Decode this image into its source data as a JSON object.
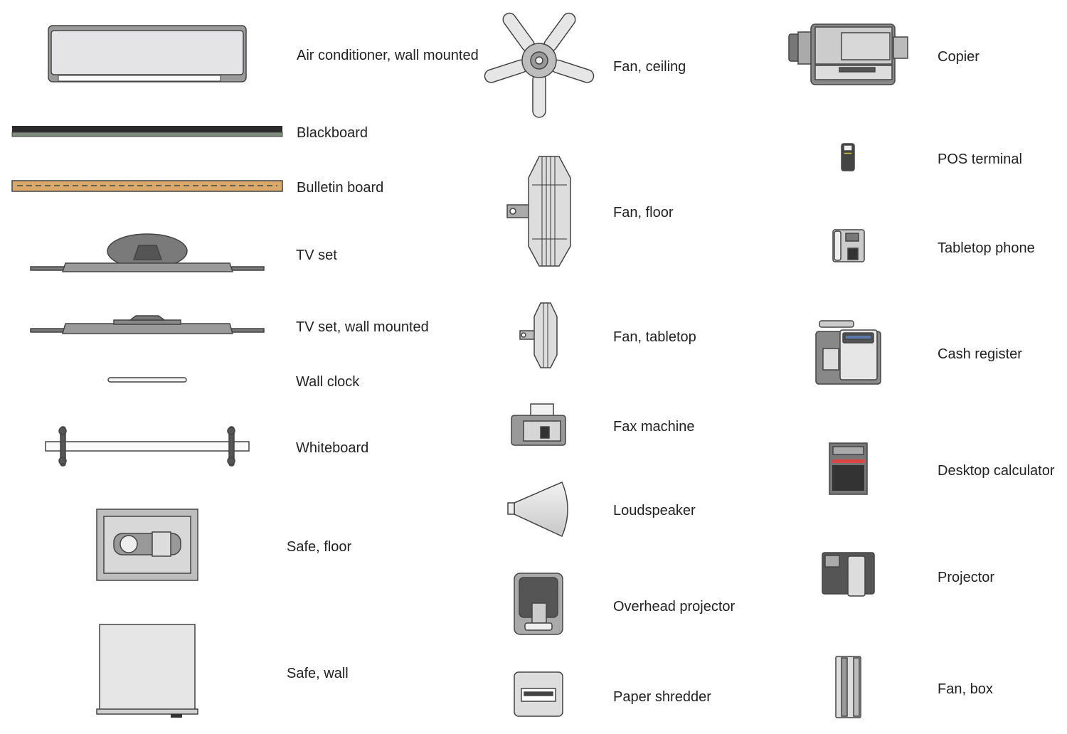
{
  "items": {
    "air_conditioner": "Air conditioner, wall mounted",
    "blackboard": "Blackboard",
    "bulletin_board": "Bulletin board",
    "tv_set": "TV set",
    "tv_set_wall": "TV set, wall mounted",
    "wall_clock": "Wall clock",
    "whiteboard": "Whiteboard",
    "safe_floor": "Safe, floor",
    "safe_wall": "Safe, wall",
    "fan_ceiling": "Fan, ceiling",
    "fan_floor": "Fan, floor",
    "fan_tabletop": "Fan, tabletop",
    "fax_machine": "Fax machine",
    "loudspeaker": "Loudspeaker",
    "overhead_projector": "Overhead projector",
    "paper_shredder": "Paper shredder",
    "copier": "Copier",
    "pos_terminal": "POS terminal",
    "tabletop_phone": "Tabletop phone",
    "cash_register": "Cash register",
    "desktop_calculator": "Desktop calculator",
    "projector": "Projector",
    "fan_box": "Fan, box"
  },
  "colors": {
    "outline": "#444444",
    "body_gray": "#8c8c8c",
    "light_gray": "#e0e0e0",
    "blackboard": "#2b2b2b",
    "blackboard_tray": "#7d8b7d",
    "cork": "#d9a86b",
    "display_blue": "#5b78a8"
  }
}
